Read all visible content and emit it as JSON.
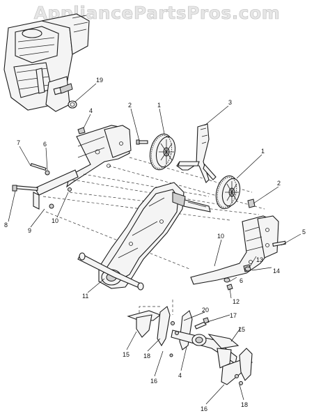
{
  "watermark": "AppliancePartsPros.com",
  "callouts": {
    "c1a": "1",
    "c1b": "1",
    "c2a": "2",
    "c2b": "2",
    "c3": "3",
    "c4a": "4",
    "c4b": "4",
    "c5": "5",
    "c6a": "6",
    "c6b": "6",
    "c7": "7",
    "c8": "8",
    "c9": "9",
    "c10a": "10",
    "c10b": "10",
    "c11": "11",
    "c12": "12",
    "c13": "13",
    "c14": "14",
    "c15a": "15",
    "c15b": "15",
    "c16a": "16",
    "c16b": "16",
    "c17": "17",
    "c18a": "18",
    "c18b": "18",
    "c19": "19",
    "c20": "20"
  }
}
